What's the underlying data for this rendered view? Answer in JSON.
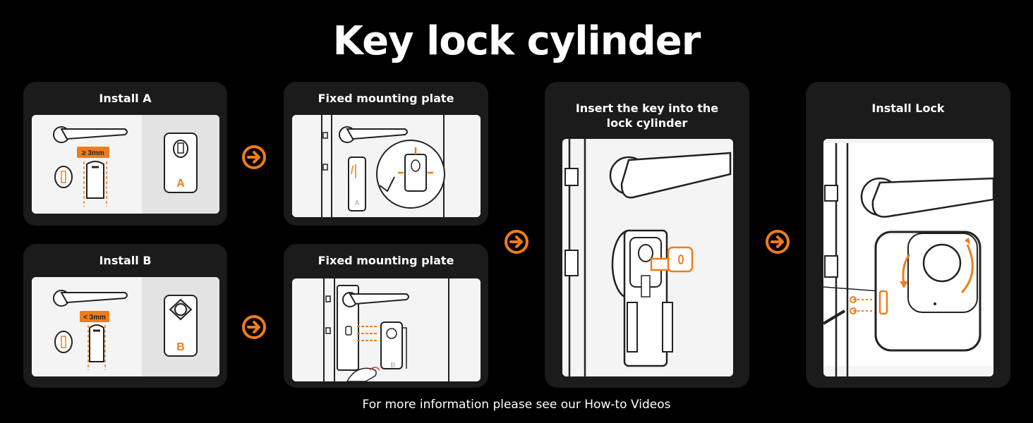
{
  "title": "Key lock cylinder",
  "footer": "For more information please see our How-to Videos",
  "colors": {
    "accent": "#f07c19",
    "card": "#1b1b1b",
    "panel": "#f3f3f3"
  },
  "cards": {
    "install_a": {
      "title": "Install A",
      "gap_label": "≥ 3mm",
      "plate_letter": "A"
    },
    "install_b": {
      "title": "Install B",
      "gap_label": "< 3mm",
      "plate_letter": "B"
    },
    "fixed_plate_1": {
      "title": "Fixed mounting plate",
      "plate_letter": "A"
    },
    "fixed_plate_2": {
      "title": "Fixed mounting plate",
      "plate_letter": "B"
    },
    "insert_key": {
      "title_line1": "Insert the key into the",
      "title_line2": "lock cylinder"
    },
    "install_lock": {
      "title": "Install Lock"
    }
  },
  "icons": {
    "step_arrow": "arrow-right-circle-icon"
  }
}
